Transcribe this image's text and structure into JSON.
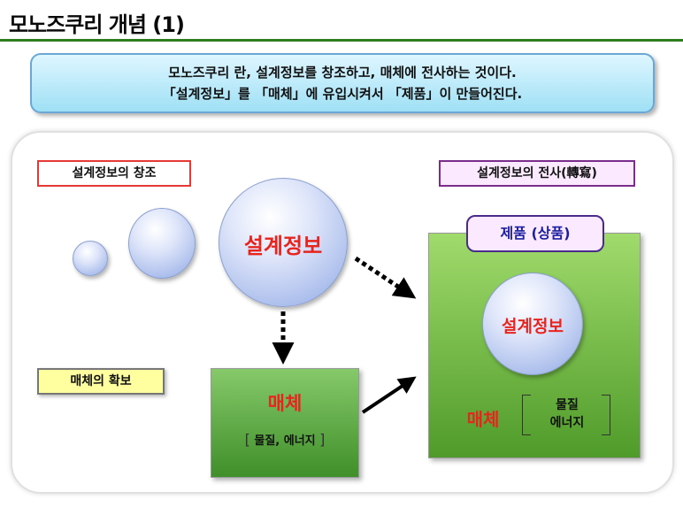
{
  "title": "모노즈쿠리 개념 (1)",
  "banner": {
    "line1": "모노즈쿠리 란, 설계정보를 창조하고, 매체에 전사하는 것이다.",
    "line2": "「설계정보」를 「매체」에 유입시켜서 「제품」이 만들어진다."
  },
  "labels": {
    "create": "설계정보의 창조",
    "transfer": "설계정보의 전사(轉寫)",
    "medium": "매체의 확보"
  },
  "design_info": "설계정보",
  "medium_box": {
    "title": "매체",
    "sub": "물질, 에너지"
  },
  "product": {
    "label": "제품 (상품)",
    "design_info": "설계정보",
    "medium": "매체",
    "sub_line1": "물질",
    "sub_line2": "에너지"
  },
  "colors": {
    "accent_red": "#e8241f",
    "title_line": "#2e7d1e",
    "green": "#4f9b2a"
  }
}
